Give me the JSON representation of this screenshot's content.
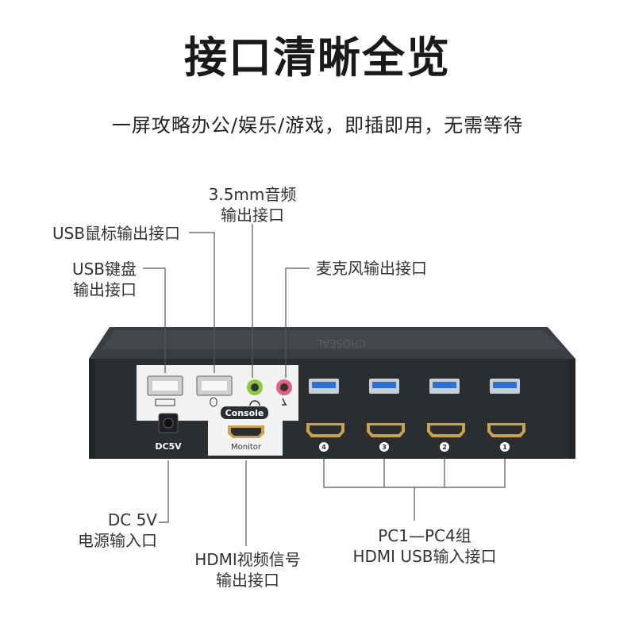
{
  "title": "接口清晰全览",
  "subtitle": "一屏攻略办公/娱乐/游戏，即插即用，无需等待",
  "labels": {
    "audio_line1": "3.5mm音频",
    "audio_line2": "输出接口",
    "mouse": "USB鼠标输出接口",
    "keyboard_line1": "USB键盘",
    "keyboard_line2": "输出接口",
    "mic": "麦克风输出接口",
    "dc_line1": "DC  5V",
    "dc_line2": "电源输入口",
    "hdmi_out_line1": "HDMI视频信号",
    "hdmi_out_line2": "输出接口",
    "pc_line1": "PC1—PC4组",
    "pc_line2": "HDMI USB输入接口"
  },
  "device": {
    "console_label": "Console",
    "monitor_label": "Monitor",
    "dc_label": "DC5V",
    "port_numbers": [
      "4",
      "3",
      "2",
      "1"
    ],
    "brand": "CHOSEAL"
  },
  "colors": {
    "device_body": "#2b2e31",
    "panel": "#f2f2f2",
    "usb_blue": "#2f6fd6",
    "hdmi_gold": "#c9a24a",
    "audio_green": "#8dc63f",
    "mic_pink": "#e0607e",
    "line": "#555555"
  }
}
